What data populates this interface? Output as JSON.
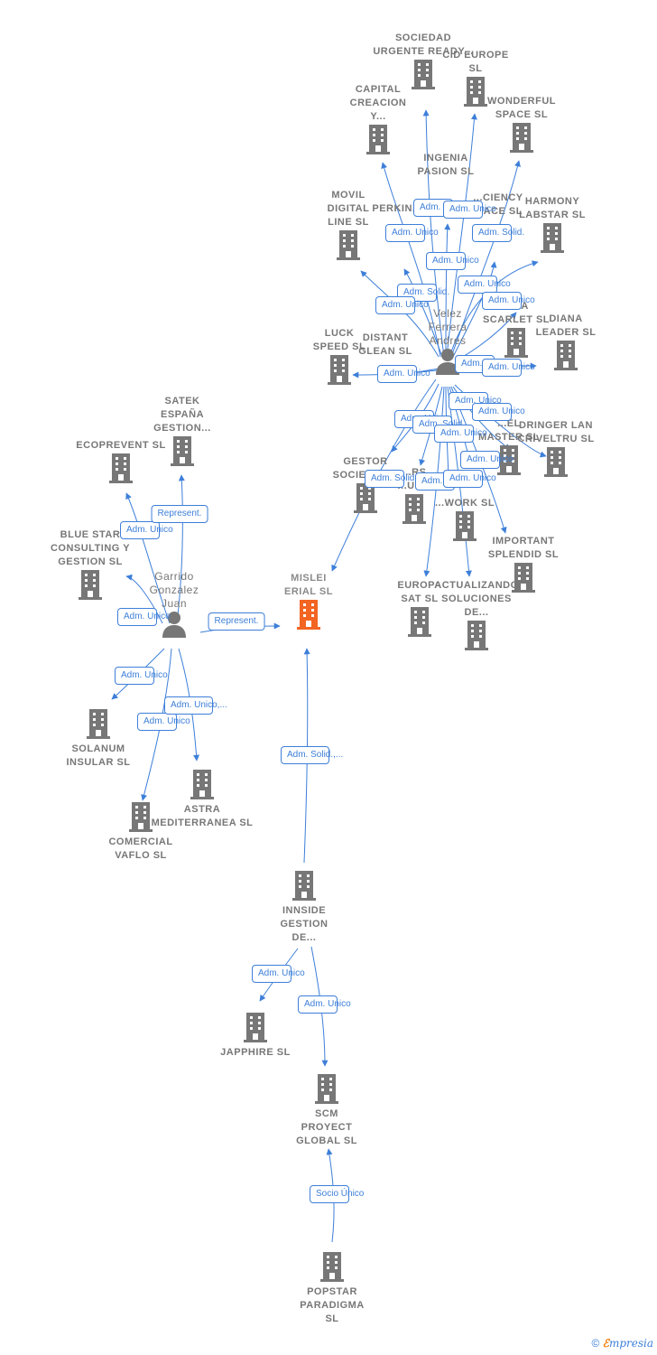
{
  "nodes": {
    "sociedad_urgente": "SOCIEDAD URGENTE READY...",
    "cid_europe": "CID EUROPE SL",
    "capital_creacion": "CAPITAL CREACION Y...",
    "wonderful_space": "WONDERFUL SPACE SL",
    "ingenia_pasion": "INGENIA PASION SL",
    "efficiency_space": "...CIENCY ...ACE SL",
    "harmony_labstar": "HARMONY LABSTAR SL",
    "movil_digital": "MOVIL DIGITAL LINE SL",
    "perkin": "PERKIN...",
    "velez_ferrera": "Velez Ferrera Andres",
    "diana_scarlet": "...NA SCARLET SL",
    "diana_leader": "DIANA LEADER SL",
    "luck_speed": "LUCK SPEED SL",
    "distant_glean": "DISTANT GLEAN SL",
    "master": "...EL MASTER SL",
    "dringer_lan": "DRINGER LAN CRIVELTRU SL",
    "gestor_sociedad": "GESTOR SOCIEDAD...",
    "hidden_rs": "...RS ...UL...",
    "work": "...WORK SL",
    "important_splendid": "IMPORTANT SPLENDID SL",
    "europa_sat": "EUROPA SAT SL",
    "actualizando": "ACTUALIZANDO SOLUCIONES DE...",
    "satek": "SATEK ESPAÑA GESTION...",
    "ecoprevent": "ECOPREVENT SL",
    "blue_star": "BLUE STAR CONSULTING Y GESTION SL",
    "garrido": "Garrido Gonzalez Juan",
    "mislei": "MISLEI ERIAL SL",
    "solanum": "SOLANUM INSULAR SL",
    "astra": "ASTRA MEDITERRANEA SL",
    "comercial_vaflo": "COMERCIAL VAFLO SL",
    "innside": "INNSIDE GESTION DE...",
    "japphire": "JAPPHIRE SL",
    "scm_proyect": "SCM PROYECT GLOBAL SL",
    "popstar": "POPSTAR PARADIGMA SL"
  },
  "badges": {
    "b1": "Adm. Unico",
    "b2": "Adm. Unico",
    "b3": "Adm. Unico",
    "b4": "Adm. Solid.",
    "b5": "Adm. Unico",
    "b6": "Adm. Solid.",
    "b7": "Adm. Unico",
    "b8": "Adm. Unico",
    "b9": "Adm. Unico",
    "b10": "Adm. Unico",
    "b11": "Adm. Solid.",
    "b12": "Adm. Unico",
    "b13": "Adm. Unico",
    "b14": "Adm. Unico",
    "b15": "Adm. Unico",
    "b16": "Adm. Solid.",
    "b17": "Adm. Unico",
    "b18": "Adm. Unico",
    "b19": "Adm. Solid.",
    "b20": "Adm. Unico",
    "b21": "Adm. Unico",
    "b22": "Represent.",
    "b23": "Adm. Unico",
    "b24": "Adm. Unico",
    "b25": "Represent.",
    "b26": "Adm. Unico",
    "b27": "Adm. Unico,...",
    "b28": "Adm. Unico",
    "b29": "Adm. Solid.,...",
    "b30": "Adm. Unico",
    "b31": "Adm. Unico",
    "b32": "Socio Único"
  },
  "brand": {
    "symbol": "©",
    "e": "ℰ",
    "rest": "mpresia"
  },
  "colors": {
    "edge": "#3d7fd9",
    "building": "#777777",
    "center": "#f26522"
  }
}
